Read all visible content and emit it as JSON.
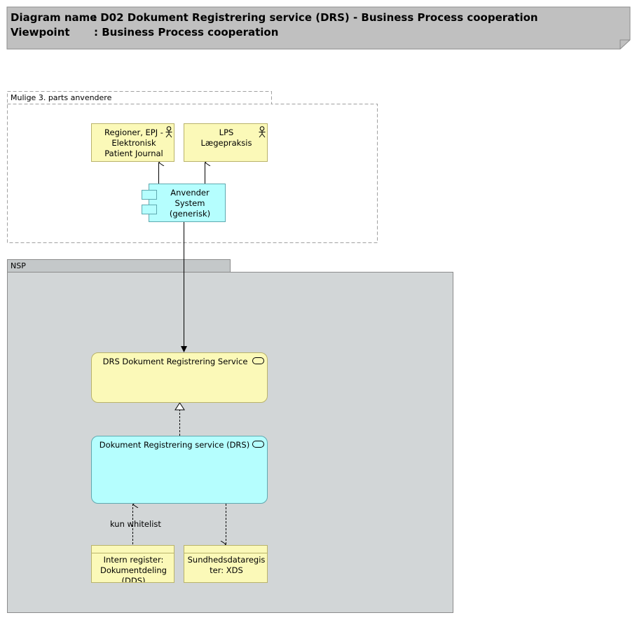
{
  "header": {
    "diagram_name_label": "Diagram name",
    "diagram_name_value": ": D02 Dokument Registrering service (DRS) - Business Process cooperation",
    "viewpoint_label": "Viewpoint",
    "viewpoint_value": ": Business Process cooperation"
  },
  "groups": {
    "third_party": {
      "label": "Mulige 3. parts anvendere"
    },
    "nsp": {
      "label": "NSP"
    }
  },
  "elements": {
    "regioner": {
      "label": "Regioner, EPJ - Elektronisk Patient Journal"
    },
    "lps": {
      "label": "LPS Lægepraksis"
    },
    "anvender": {
      "label": "Anvender System (generisk)"
    },
    "drs_service": {
      "label": "DRS Dokument Registrering Service"
    },
    "drs_component": {
      "label": "Dokument Registrering service (DRS)"
    },
    "intern_register": {
      "label": "Intern register: Dokumentdeling (DDS)"
    },
    "sundhedsdata": {
      "label": "Sundhedsdataregister: XDS"
    }
  },
  "relations": {
    "whitelist_label": "kun whitelist"
  },
  "colors": {
    "business_yellow": "#fbf9b8",
    "application_cyan": "#b5fefe",
    "nsp_gray": "#d2d6d7",
    "header_gray": "#c0c0c0"
  }
}
